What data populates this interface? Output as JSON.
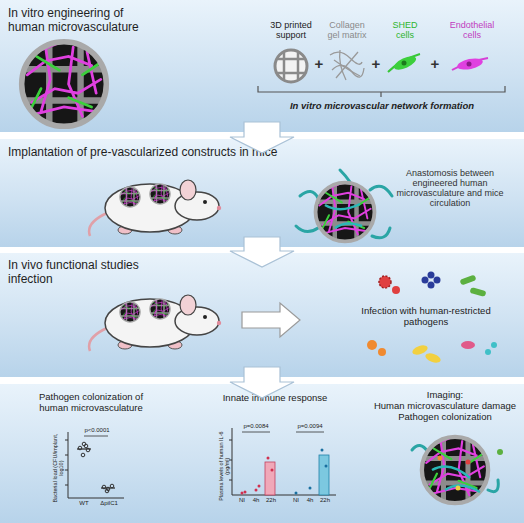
{
  "diagram": {
    "nodes": [
      {
        "text": [
          "In vitro engineering of human microvasculature"
        ]
      },
      {
        "text": [
          "Implantation of pre-vascularized constructs in mice"
        ]
      },
      {
        "text": [
          "In vivo functional studies infection"
        ]
      },
      {
        "text": [
          "Pathogen colonization of human microvasculature",
          "Innate immune response",
          "Imaging:",
          "Human microvasculature damage",
          "Pathogen colonization"
        ]
      }
    ],
    "edges": [
      {
        "from": 0,
        "to": 1,
        "arrow": "to"
      },
      {
        "from": 1,
        "to": 2,
        "arrow": "to"
      },
      {
        "from": 2,
        "to": 3,
        "arrow": "to"
      }
    ],
    "labels": [
      "3D printed support",
      "+",
      "Collagen gel matrix",
      "+",
      "SHED cells",
      "+",
      "Endothelial cells",
      "In vitro microvascular network formation",
      "Anastomosis between engineered human microvasculature and mice circulation",
      "Infection with human-restricted pathogens",
      "p<0.0001",
      "Bacterial load (CFU/implant, log10)",
      "WT",
      "ΔpilC1",
      "p=0.0084",
      "p=0.0094",
      "Plasma levels of human IL-6 (pg/ml)",
      "NI",
      "4h",
      "22h",
      "NI",
      "4h",
      "22h"
    ]
  }
}
